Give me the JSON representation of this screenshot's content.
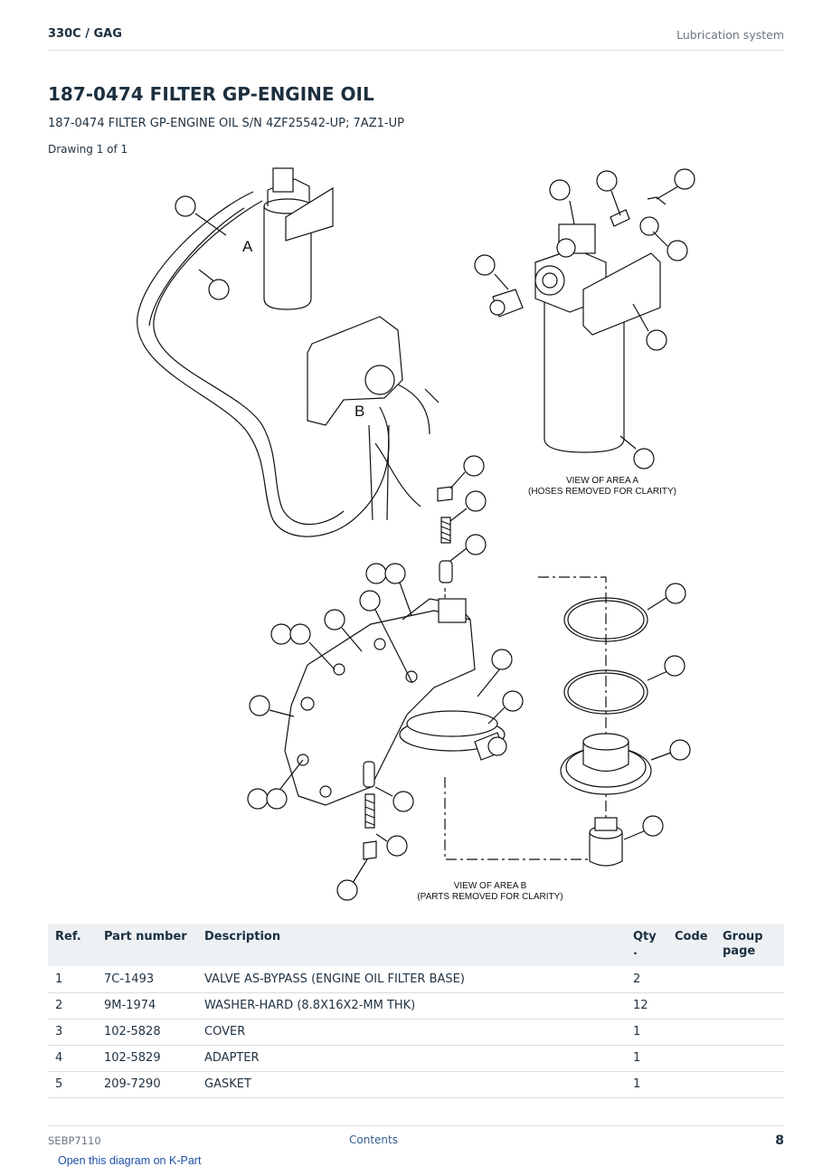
{
  "header": {
    "model": "330C  /  GAG",
    "section": "Lubrication system"
  },
  "title": "187-0474 FILTER GP-ENGINE OIL",
  "subtitle": "187-0474 FILTER GP-ENGINE OIL S/N 4ZF25542-UP; 7AZ1-UP",
  "drawing_count": "Drawing 1 of 1",
  "diagram": {
    "label_a": "A",
    "label_b": "B",
    "view_a": [
      "VIEW OF AREA  A",
      "(HOSES REMOVED FOR CLARITY)"
    ],
    "view_b": [
      "VIEW OF AREA  B",
      "(PARTS REMOVED FOR CLARITY)"
    ]
  },
  "table": {
    "headers": {
      "ref": "Ref.",
      "part_number": "Part number",
      "description": "Description",
      "qty": "Qty\n.",
      "code": "Code",
      "group_page": "Group page"
    },
    "rows": [
      {
        "ref": "1",
        "part_number": "7C-1493",
        "description": "VALVE AS-BYPASS (ENGINE OIL FILTER BASE)",
        "qty": "2",
        "code": "",
        "group_page": ""
      },
      {
        "ref": "2",
        "part_number": "9M-1974",
        "description": "WASHER-HARD (8.8X16X2-MM THK)",
        "qty": "12",
        "code": "",
        "group_page": ""
      },
      {
        "ref": "3",
        "part_number": "102-5828",
        "description": "COVER",
        "qty": "1",
        "code": "",
        "group_page": ""
      },
      {
        "ref": "4",
        "part_number": "102-5829",
        "description": "ADAPTER",
        "qty": "1",
        "code": "",
        "group_page": ""
      },
      {
        "ref": "5",
        "part_number": "209-7290",
        "description": "GASKET",
        "qty": "1",
        "code": "",
        "group_page": ""
      }
    ]
  },
  "footer": {
    "doc_id": "SEBP7110",
    "contents_link": "Contents",
    "page_number": "8"
  },
  "kpart_link": "Open this diagram on K-Part"
}
